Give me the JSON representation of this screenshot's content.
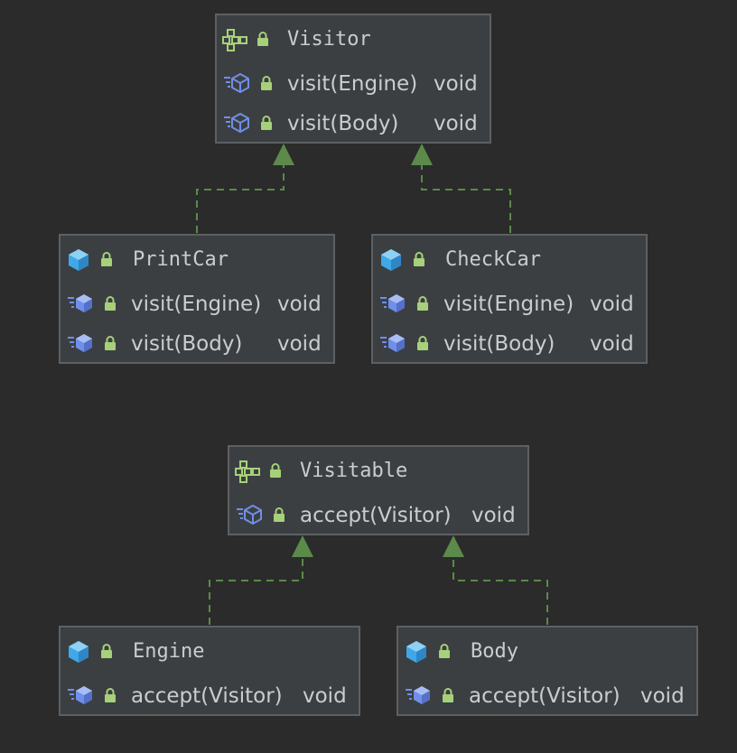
{
  "colors": {
    "background": "#2b2b2b",
    "node_fill": "#3c3f41",
    "node_border": "#5d6063",
    "text": "#c9cdd1",
    "edge": "#5b8a4a",
    "interface_icon": "#a7d07a",
    "class_icon": "#3ea8e8",
    "method_icon": "#6f8fe8",
    "lock": "#a7d07a"
  },
  "diagram": {
    "nodes": {
      "visitor": {
        "title": "Visitor",
        "kind_icon": "interface-icon",
        "members": [
          {
            "name": "visit(Engine)",
            "type": "void",
            "icon": "abstract-method-icon"
          },
          {
            "name": "visit(Body)",
            "type": "void",
            "icon": "abstract-method-icon"
          }
        ]
      },
      "printcar": {
        "title": "PrintCar",
        "kind_icon": "class-icon",
        "members": [
          {
            "name": "visit(Engine)",
            "type": "void",
            "icon": "method-icon"
          },
          {
            "name": "visit(Body)",
            "type": "void",
            "icon": "method-icon"
          }
        ]
      },
      "checkcar": {
        "title": "CheckCar",
        "kind_icon": "class-icon",
        "members": [
          {
            "name": "visit(Engine)",
            "type": "void",
            "icon": "method-icon"
          },
          {
            "name": "visit(Body)",
            "type": "void",
            "icon": "method-icon"
          }
        ]
      },
      "visitable": {
        "title": "Visitable",
        "kind_icon": "interface-icon",
        "members": [
          {
            "name": "accept(Visitor)",
            "type": "void",
            "icon": "abstract-method-icon"
          }
        ]
      },
      "engine": {
        "title": "Engine",
        "kind_icon": "class-icon",
        "members": [
          {
            "name": "accept(Visitor)",
            "type": "void",
            "icon": "method-icon"
          }
        ]
      },
      "body": {
        "title": "Body",
        "kind_icon": "class-icon",
        "members": [
          {
            "name": "accept(Visitor)",
            "type": "void",
            "icon": "method-icon"
          }
        ]
      }
    },
    "edges": [
      {
        "from": "printcar",
        "to": "visitor",
        "kind": "implements"
      },
      {
        "from": "checkcar",
        "to": "visitor",
        "kind": "implements"
      },
      {
        "from": "engine",
        "to": "visitable",
        "kind": "implements"
      },
      {
        "from": "body",
        "to": "visitable",
        "kind": "implements"
      }
    ]
  }
}
